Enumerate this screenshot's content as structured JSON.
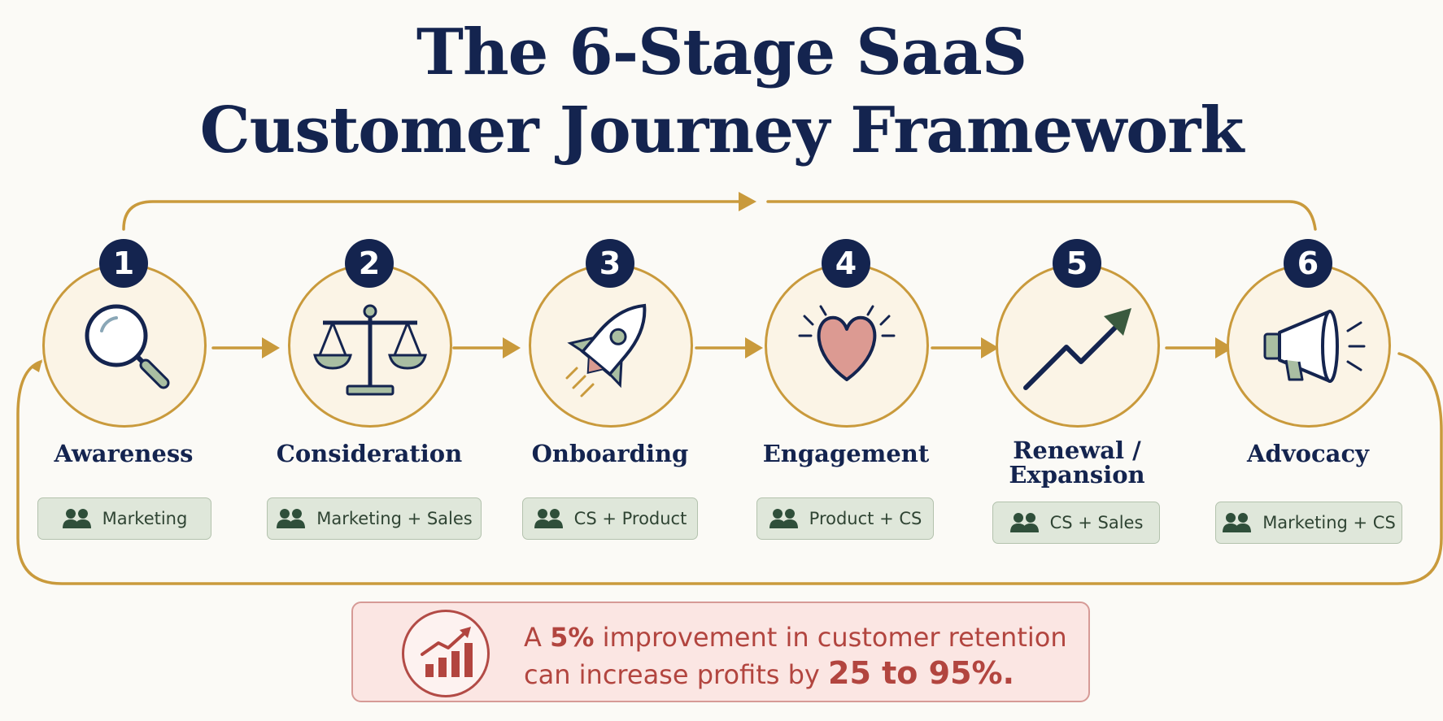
{
  "title": {
    "line1": "The 6-Stage SaaS",
    "line2": "Customer Journey Framework"
  },
  "stages": [
    {
      "number": "1",
      "label": "Awareness",
      "team": "Marketing",
      "icon": "magnifying-glass-icon"
    },
    {
      "number": "2",
      "label": "Consideration",
      "team": "Marketing + Sales",
      "icon": "balance-scale-icon"
    },
    {
      "number": "3",
      "label": "Onboarding",
      "team": "CS + Product",
      "icon": "rocket-icon"
    },
    {
      "number": "4",
      "label": "Engagement",
      "team": "Product + CS",
      "icon": "heart-icon"
    },
    {
      "number": "5",
      "label_line1": "Renewal /",
      "label_line2": "Expansion",
      "team": "CS + Sales",
      "icon": "trend-up-arrow-icon"
    },
    {
      "number": "6",
      "label": "Advocacy",
      "team": "Marketing + CS",
      "icon": "megaphone-icon"
    }
  ],
  "callout": {
    "text_a": "A ",
    "highlight_1": "5%",
    "text_b": " improvement in customer retention",
    "text_c": "can increase profits by ",
    "highlight_2": "25 to 95%.",
    "icon": "growth-bar-chart-icon"
  },
  "colors": {
    "navy": "#14244f",
    "gold": "#c99a3c",
    "sage": "#dfe7da",
    "rose": "#b2453f"
  }
}
